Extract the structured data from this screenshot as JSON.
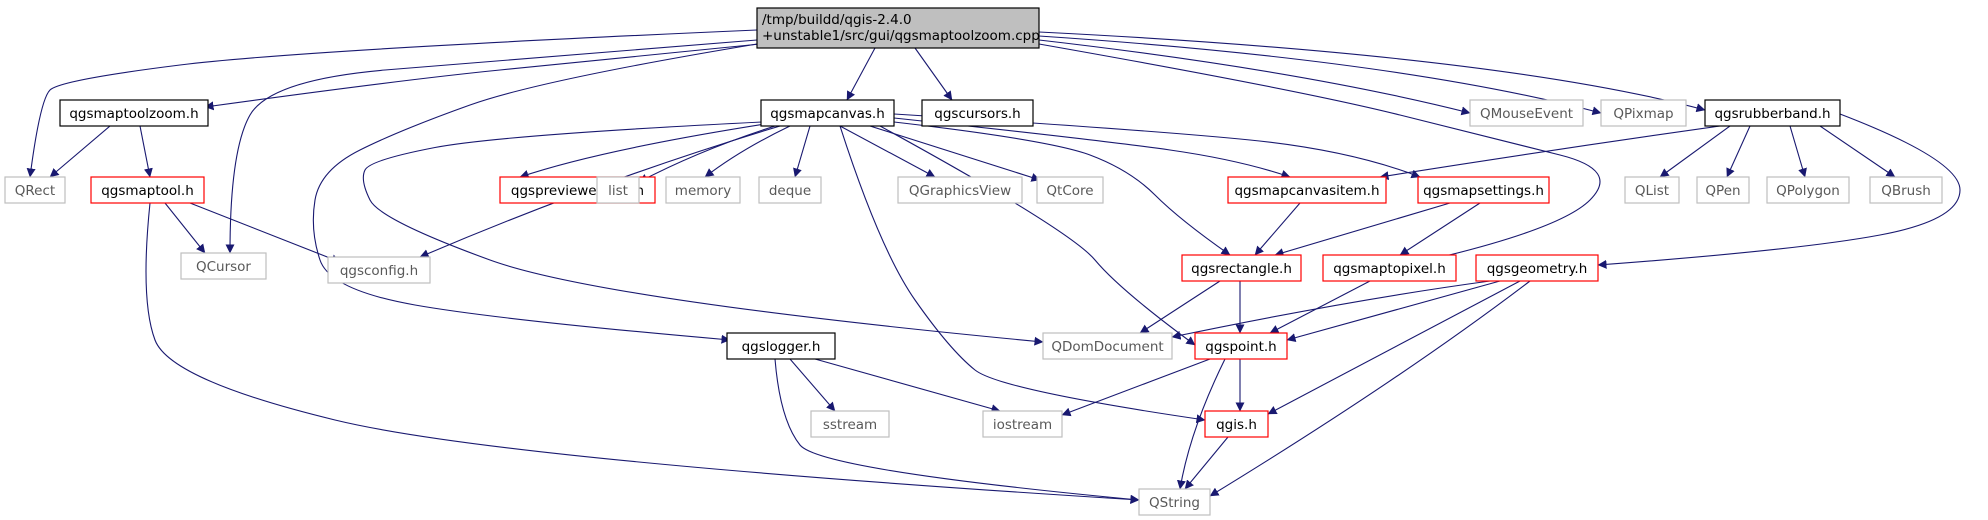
{
  "colors": {
    "edge": "#191970",
    "root_fill": "#bfbfbf",
    "black_border": "#000000",
    "red_border": "#ff0000",
    "grey_border": "#bfbfbf",
    "grey_text": "#595959",
    "text": "#000000"
  },
  "nodes": {
    "root": {
      "lines": [
        "/tmp/buildd/qgis-2.4.0",
        "+unstable1/src/gui/qgsmaptoolzoom.cpp"
      ],
      "style": "root"
    },
    "qgsmaptoolzoom_h": {
      "lines": [
        "qgsmaptoolzoom.h"
      ],
      "style": "black"
    },
    "qgsmapcanvas_h": {
      "lines": [
        "qgsmapcanvas.h"
      ],
      "style": "black"
    },
    "qgscursors_h": {
      "lines": [
        "qgscursors.h"
      ],
      "style": "black"
    },
    "QMouseEvent": {
      "lines": [
        "QMouseEvent"
      ],
      "style": "grey"
    },
    "QPixmap": {
      "lines": [
        "QPixmap"
      ],
      "style": "grey"
    },
    "qgsrubberband_h": {
      "lines": [
        "qgsrubberband.h"
      ],
      "style": "black"
    },
    "QRect": {
      "lines": [
        "QRect"
      ],
      "style": "grey"
    },
    "qgsmaptool_h": {
      "lines": [
        "qgsmaptool.h"
      ],
      "style": "red"
    },
    "qgspreviewe_h": {
      "lines": [
        "qgspreviewe ffect.h"
      ],
      "style": "red"
    },
    "list": {
      "lines": [
        "list"
      ],
      "style": "grey"
    },
    "memory": {
      "lines": [
        "memory"
      ],
      "style": "grey"
    },
    "deque": {
      "lines": [
        "deque"
      ],
      "style": "grey"
    },
    "QGraphicsView": {
      "lines": [
        "QGraphicsView"
      ],
      "style": "grey"
    },
    "QtCore": {
      "lines": [
        "QtCore"
      ],
      "style": "grey"
    },
    "qgsmapcanvasitem_h": {
      "lines": [
        "qgsmapcanvasitem.h"
      ],
      "style": "red"
    },
    "qgsmapsettings_h": {
      "lines": [
        "qgsmapsettings.h"
      ],
      "style": "red"
    },
    "QList": {
      "lines": [
        "QList"
      ],
      "style": "grey"
    },
    "QPen": {
      "lines": [
        "QPen"
      ],
      "style": "grey"
    },
    "QPolygon": {
      "lines": [
        "QPolygon"
      ],
      "style": "grey"
    },
    "QBrush": {
      "lines": [
        "QBrush"
      ],
      "style": "grey"
    },
    "QCursor": {
      "lines": [
        "QCursor"
      ],
      "style": "grey"
    },
    "qgsconfig_h": {
      "lines": [
        "qgsconfig.h"
      ],
      "style": "grey"
    },
    "qgsrectangle_h": {
      "lines": [
        "qgsrectangle.h"
      ],
      "style": "red"
    },
    "qgsmaptopixel_h": {
      "lines": [
        "qgsmaptopixel.h"
      ],
      "style": "red"
    },
    "qgsgeometry_h": {
      "lines": [
        "qgsgeometry.h"
      ],
      "style": "red"
    },
    "qgslogger_h": {
      "lines": [
        "qgslogger.h"
      ],
      "style": "black"
    },
    "QDomDocument": {
      "lines": [
        "QDomDocument"
      ],
      "style": "grey"
    },
    "qgspoint_h": {
      "lines": [
        "qgspoint.h"
      ],
      "style": "red"
    },
    "sstream": {
      "lines": [
        "sstream"
      ],
      "style": "grey"
    },
    "iostream": {
      "lines": [
        "iostream"
      ],
      "style": "grey"
    },
    "qgis_h": {
      "lines": [
        "qgis.h"
      ],
      "style": "red"
    },
    "QString": {
      "lines": [
        "QString"
      ],
      "style": "grey"
    }
  },
  "edges": [
    [
      "root",
      "qgsmaptoolzoom_h"
    ],
    [
      "root",
      "qgsmapcanvas_h"
    ],
    [
      "root",
      "qgscursors_h"
    ],
    [
      "root",
      "QMouseEvent"
    ],
    [
      "root",
      "QPixmap"
    ],
    [
      "root",
      "qgsrubberband_h"
    ],
    [
      "root",
      "QRect"
    ],
    [
      "root",
      "QCursor"
    ],
    [
      "root",
      "qgslogger_h"
    ],
    [
      "root",
      "qgsmaptopixel_h"
    ],
    [
      "qgsmaptoolzoom_h",
      "QRect"
    ],
    [
      "qgsmaptoolzoom_h",
      "qgsmaptool_h"
    ],
    [
      "qgsmaptool_h",
      "QCursor"
    ],
    [
      "qgsmaptool_h",
      "qgsconfig_h"
    ],
    [
      "qgsmaptool_h",
      "QString"
    ],
    [
      "qgsmapcanvas_h",
      "qgspreviewe_h"
    ],
    [
      "qgsmapcanvas_h",
      "list"
    ],
    [
      "qgsmapcanvas_h",
      "memory"
    ],
    [
      "qgsmapcanvas_h",
      "deque"
    ],
    [
      "qgsmapcanvas_h",
      "QGraphicsView"
    ],
    [
      "qgsmapcanvas_h",
      "QtCore"
    ],
    [
      "qgsmapcanvas_h",
      "qgsmapcanvasitem_h"
    ],
    [
      "qgsmapcanvas_h",
      "qgsmapsettings_h"
    ],
    [
      "qgsmapcanvas_h",
      "qgsconfig_h"
    ],
    [
      "qgsmapcanvas_h",
      "qgsrectangle_h"
    ],
    [
      "qgsmapcanvas_h",
      "qgspoint_h"
    ],
    [
      "qgsmapcanvas_h",
      "QDomDocument"
    ],
    [
      "qgsmapcanvas_h",
      "qgis_h"
    ],
    [
      "qgsrubberband_h",
      "qgsmapcanvasitem_h"
    ],
    [
      "qgsrubberband_h",
      "QList"
    ],
    [
      "qgsrubberband_h",
      "QPen"
    ],
    [
      "qgsrubberband_h",
      "QPolygon"
    ],
    [
      "qgsrubberband_h",
      "QBrush"
    ],
    [
      "qgsrubberband_h",
      "qgsgeometry_h"
    ],
    [
      "qgsmapcanvasitem_h",
      "qgsrectangle_h"
    ],
    [
      "qgsmapsettings_h",
      "qgsrectangle_h"
    ],
    [
      "qgsmapsettings_h",
      "qgsmaptopixel_h"
    ],
    [
      "qgsrectangle_h",
      "QDomDocument"
    ],
    [
      "qgsrectangle_h",
      "qgspoint_h"
    ],
    [
      "qgsmaptopixel_h",
      "qgspoint_h"
    ],
    [
      "qgsgeometry_h",
      "QDomDocument"
    ],
    [
      "qgsgeometry_h",
      "qgspoint_h"
    ],
    [
      "qgsgeometry_h",
      "qgis_h"
    ],
    [
      "qgsgeometry_h",
      "QString"
    ],
    [
      "qgspoint_h",
      "iostream"
    ],
    [
      "qgspoint_h",
      "qgis_h"
    ],
    [
      "qgspoint_h",
      "QString"
    ],
    [
      "qgis_h",
      "QString"
    ],
    [
      "qgslogger_h",
      "sstream"
    ],
    [
      "qgslogger_h",
      "iostream"
    ],
    [
      "qgslogger_h",
      "QString"
    ]
  ]
}
